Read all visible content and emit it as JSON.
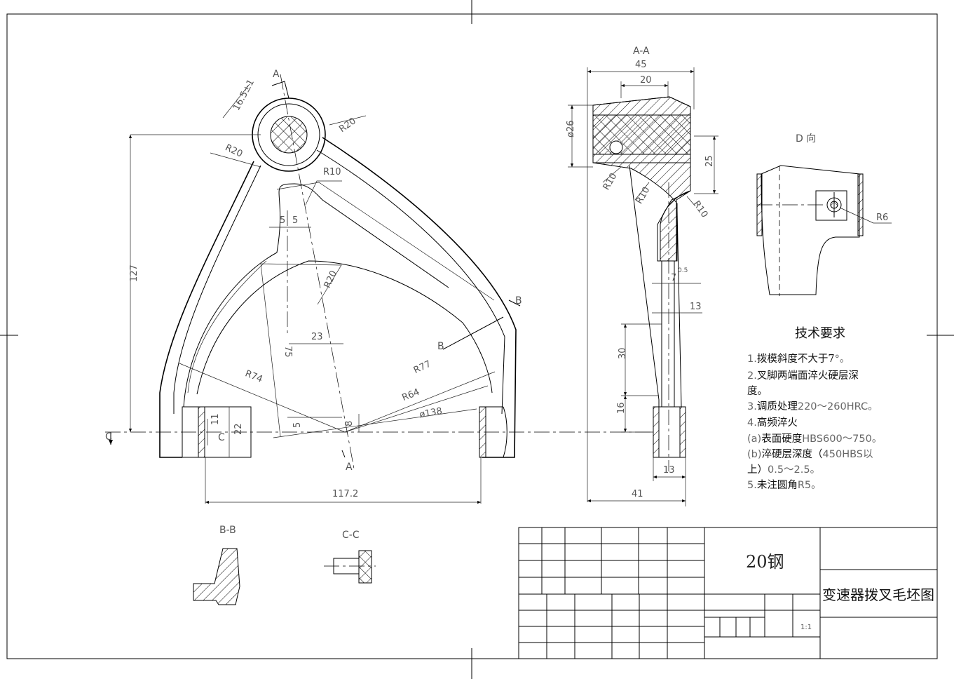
{
  "drawing": {
    "title": "变速器拨叉毛坯图",
    "material": "20钢",
    "scale": "1:1"
  },
  "views": {
    "section_aa": "A-A",
    "section_bb": "B-B",
    "section_cc": "C-C",
    "view_d": "D 向",
    "cut_a_top": "A",
    "cut_a_bottom": "A",
    "cut_b_upper": "B",
    "cut_b_lower": "B",
    "cut_c_left": "C",
    "cut_c_mid": "C"
  },
  "dimensions": {
    "main": {
      "d1": "16.5±1",
      "d2": "R20",
      "d3": "R20",
      "d4": "R10",
      "d5": "5",
      "d6": "5",
      "d7": "127",
      "d8": "R20",
      "d9": "23",
      "d10": "75",
      "d11": "R74",
      "d12": "R77",
      "d13": "R64",
      "d14": "ø138",
      "d15": "11",
      "d16": "22",
      "d17": "5",
      "d18": "8",
      "d19": "117.2"
    },
    "aa": {
      "d1": "45",
      "d2": "20",
      "d3": "ø26",
      "d4": "25",
      "d5": "R10",
      "d6": "R10",
      "d7": "R10",
      "d8": "7",
      "d8_tol": "0.5",
      "d9": "13",
      "d10": "30",
      "d11": "16",
      "d12": "13",
      "d13": "41"
    },
    "d_view": {
      "d1": "R6"
    }
  },
  "requirements": {
    "heading": "技术要求",
    "lines": [
      {
        "pre": "1.",
        "text": "拨模斜度不大于7",
        "post": "°。"
      },
      {
        "pre": "2.",
        "text": "叉脚两端面淬火硬层深",
        "post": ""
      },
      {
        "pre": "",
        "text": "度。",
        "post": ""
      },
      {
        "pre": "3.",
        "text": "调质处理",
        "post": "220～260HRC。"
      },
      {
        "pre": "4.",
        "text": "高频淬火",
        "post": ""
      },
      {
        "pre": "(a)",
        "text": "表面硬度",
        "post": "HBS600～750。"
      },
      {
        "pre": "(b)",
        "text": "淬硬层深度（",
        "post": "450HBS以"
      },
      {
        "pre": "",
        "text": "上）",
        "post": "0.5～2.5。"
      },
      {
        "pre": "5.",
        "text": "未注圆角",
        "post": "R5。"
      }
    ]
  }
}
